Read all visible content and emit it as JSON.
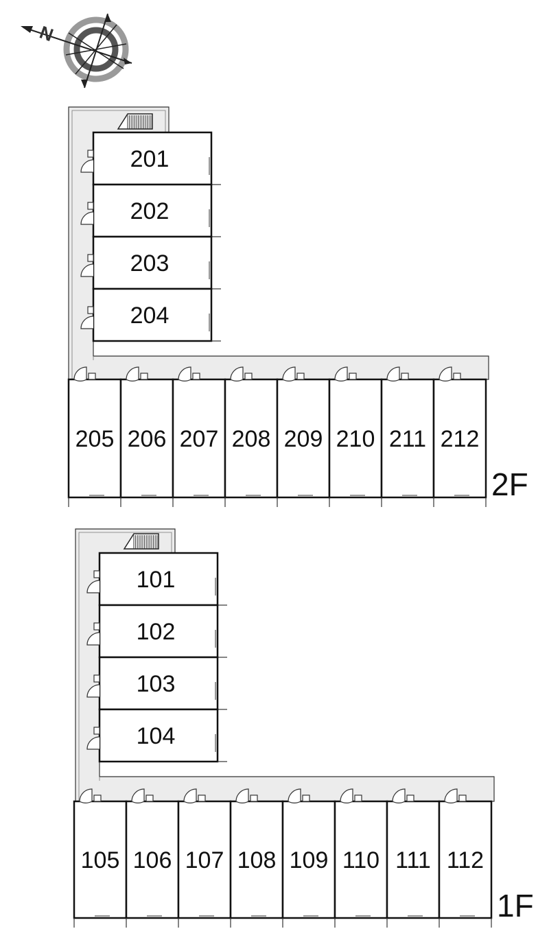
{
  "compass": {
    "north_letter": "N"
  },
  "floors": [
    {
      "label": "2F",
      "units_vertical": [
        "201",
        "202",
        "203",
        "204"
      ],
      "units_horizontal": [
        "205",
        "206",
        "207",
        "208",
        "209",
        "210",
        "211",
        "212"
      ]
    },
    {
      "label": "1F",
      "units_vertical": [
        "101",
        "102",
        "103",
        "104"
      ],
      "units_horizontal": [
        "105",
        "106",
        "107",
        "108",
        "109",
        "110",
        "111",
        "112"
      ]
    }
  ],
  "colors": {
    "corridor": "#ececec",
    "wall": "#111111",
    "compass_gray": "#9a9a9a",
    "compass_dark": "#555555"
  }
}
